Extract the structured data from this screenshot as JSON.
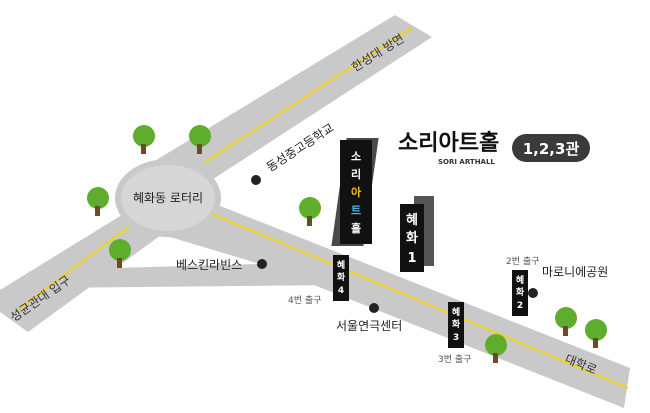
{
  "map": {
    "places": {
      "rotary": "혜화동 로터리",
      "school": "동성중고등학교",
      "baskin": "베스킨라빈스",
      "theater_center": "서울연극센터",
      "park": "마로니에공원"
    },
    "roads": {
      "hansung": "한성대 방면",
      "sungkyun": "성균관대 입구",
      "daehakro": "대학로"
    },
    "exits": {
      "exit4": "4번 출구",
      "exit3": "3번 출구",
      "exit2": "2번 출구"
    },
    "station_signs": {
      "exit4": [
        "혜",
        "화",
        "4"
      ],
      "exit3": [
        "혜",
        "화",
        "3"
      ],
      "exit2": [
        "혜",
        "화",
        "2"
      ],
      "exit1": [
        "혜",
        "화",
        "1"
      ]
    },
    "venue": {
      "logo_text": "소리아트홀",
      "sub_logo": "SORI ARTHALL",
      "halls": "1,2,3관",
      "building_vertical": [
        "소",
        "리",
        "아",
        "트",
        "홀"
      ]
    }
  }
}
